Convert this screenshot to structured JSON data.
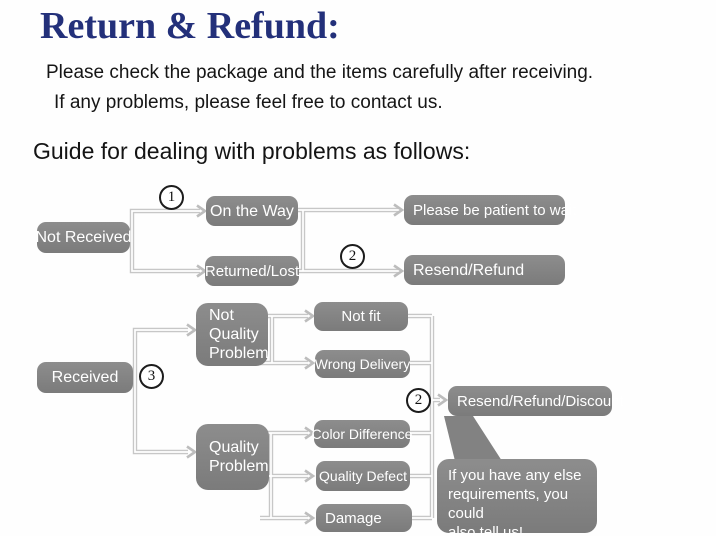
{
  "header": {
    "title": "Return & Refund:",
    "subtitle_line1": "Please check the package and the items carefully after receiving.",
    "subtitle_line2": "If any problems, please feel free to contact us.",
    "guide_heading": "Guide for dealing with problems as follows:"
  },
  "flowchart": {
    "badge_1": "1",
    "badge_2": "2",
    "badge_3": "3",
    "not_received": "Not Received",
    "on_the_way": "On the Way",
    "returned_lost": "Returned/Lost",
    "please_be_patient": "Please be patient to wait",
    "resend_refund": "Resend/Refund",
    "received": "Received",
    "not_quality_problem": {
      "line1": "Not",
      "line2": "Quality",
      "line3": "Problem"
    },
    "quality_problem": {
      "line1": "Quality",
      "line2": "Problem"
    },
    "not_fit": "Not fit",
    "wrong_delivery": "Wrong Delivery",
    "color_difference": "Color Difference",
    "quality_defect": "Quality Defect",
    "damage": "Damage",
    "resend_refund_discount": "Resend/Refund/Discount",
    "bubble": {
      "line1": "If you have any else",
      "line2": "requirements, you could",
      "line3": "also tell us!"
    }
  },
  "colors": {
    "title_navy": "#23307a",
    "box_gray": "#828282",
    "connector_gray": "#c7c7c7",
    "body_text": "#151515"
  }
}
